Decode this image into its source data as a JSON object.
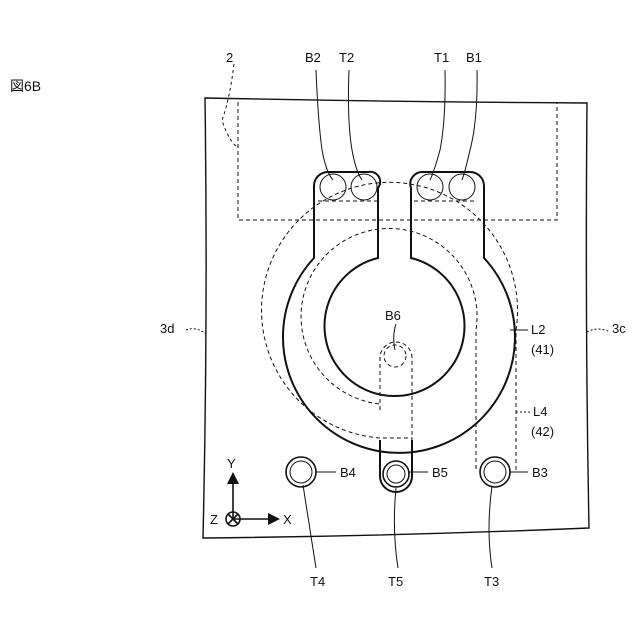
{
  "figure": {
    "label": "図6B"
  },
  "labels": {
    "n2": "2",
    "b2": "B2",
    "t2": "T2",
    "t1": "T1",
    "b1": "B1",
    "c3d": "3d",
    "c3c": "3c",
    "b6": "B6",
    "l2": "L2",
    "n41": "(41)",
    "l4": "L4",
    "n42": "(42)",
    "b4": "B4",
    "b5": "B5",
    "b3": "B3",
    "t4": "T4",
    "t5": "T5",
    "t3": "T3",
    "axis_y": "Y",
    "axis_x": "X",
    "axis_z": "Z"
  }
}
